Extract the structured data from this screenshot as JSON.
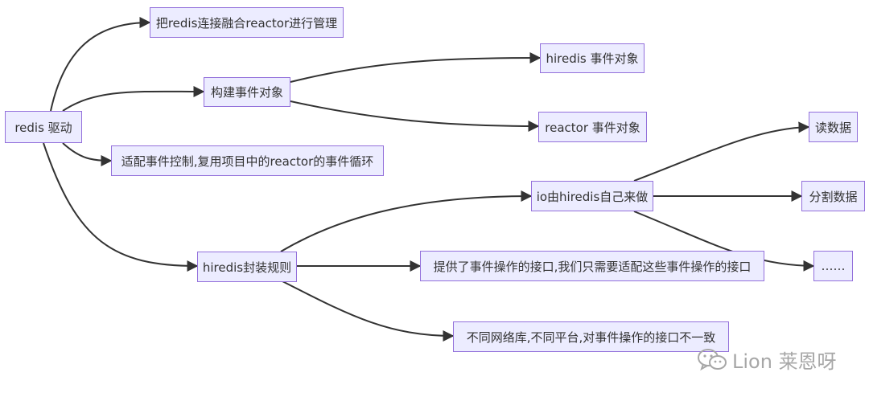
{
  "nodes": {
    "redis_driver": "redis 驱动",
    "integrate_reactor": "把redis连接融合reactor进行管理",
    "build_event_object": "构建事件对象",
    "hiredis_event_object": "hiredis 事件对象",
    "reactor_event_object": "reactor 事件对象",
    "adapt_event_control": "适配事件控制,复用项目中的reactor的事件循环",
    "hiredis_encapsulation_rules": "hiredis封装规则",
    "io_by_hiredis": "io由hiredis自己来做",
    "read_data": "读数据",
    "split_data": "分割数据",
    "ellipsis": "……",
    "provides_interfaces": "提供了事件操作的接口,我们只需要适配这些事件操作的接口",
    "inconsistent_interfaces": "不同网络库,不同平台,对事件操作的接口不一致"
  },
  "watermark": {
    "text": "Lion 莱恩呀",
    "icon": "wechat-icon"
  },
  "colors": {
    "node_fill": "#ececff",
    "node_border": "#9370db",
    "edge": "#333333",
    "text": "#333333",
    "watermark": "#a7a7a7"
  }
}
